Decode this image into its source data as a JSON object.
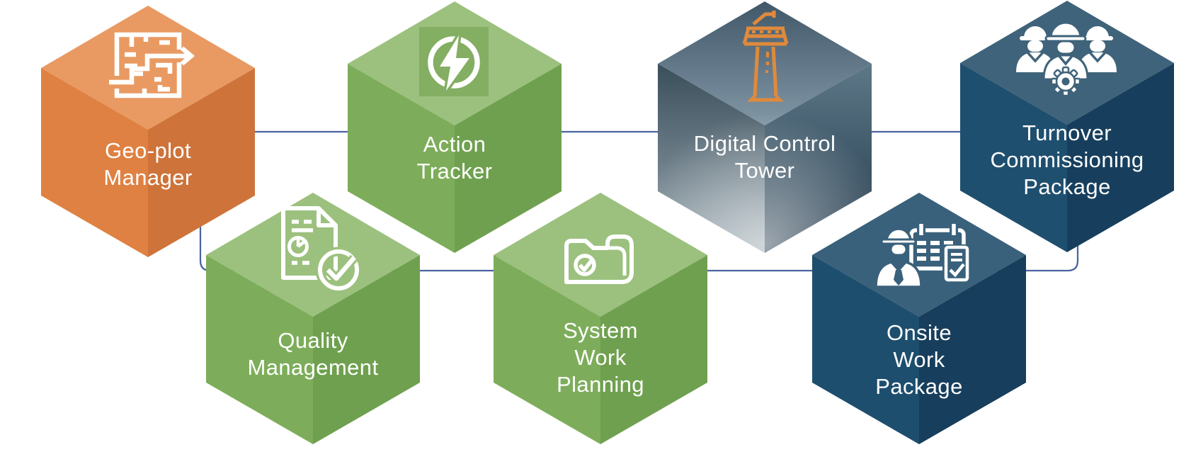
{
  "background_color": "#FFFFFF",
  "text_color": "#FFFFFF",
  "connector": {
    "color": "#4A63A1"
  },
  "cubes": [
    {
      "name": "geo-plot-manager",
      "lines": [
        "Geo-plot",
        "Manager"
      ],
      "icon": "maze-arrow-icon",
      "colors": {
        "top": "#E99A62",
        "left": "#DF8142",
        "right": "#CE733A",
        "icon": "#FFFFFF"
      }
    },
    {
      "name": "action-tracker",
      "lines": [
        "Action",
        "Tracker"
      ],
      "icon": "lightning-bolt-icon",
      "colors": {
        "top": "#9CC17E",
        "left": "#7DAD5A",
        "right": "#6FA04F",
        "icon_tile": "#84AE62",
        "icon": "#FFFFFF"
      }
    },
    {
      "name": "digital-control-tower",
      "lines": [
        "Digital Control",
        "Tower"
      ],
      "icon": "control-tower-icon",
      "colors": {
        "top_dark": "#415869",
        "top_light": "#8297A6",
        "left_dark": "#3A4E5B",
        "left_light": "#9AA8B0",
        "right_light": "#5D7888",
        "right_dark": "#22384A",
        "icon": "#E08A3C"
      }
    },
    {
      "name": "turnover-commissioning-package",
      "lines": [
        "Turnover",
        "Commissioning",
        "Package"
      ],
      "icon": "construction-team-gear-icon",
      "colors": {
        "top": "#3F637A",
        "left": "#1F4F6F",
        "right": "#173F5D",
        "icon": "#FFFFFF"
      }
    },
    {
      "name": "quality-management",
      "lines": [
        "Quality",
        "Management"
      ],
      "icon": "quality-report-check-icon",
      "colors": {
        "top": "#9CC17E",
        "left": "#7DAD5A",
        "right": "#6FA04F",
        "icon": "#FFFFFF"
      }
    },
    {
      "name": "system-work-planning",
      "lines": [
        "System",
        "Work",
        "Planning"
      ],
      "icon": "folder-check-icon",
      "colors": {
        "top": "#9CC17E",
        "left": "#7DAD5A",
        "right": "#6FA04F",
        "icon": "#FFFFFF"
      }
    },
    {
      "name": "onsite-work-package",
      "lines": [
        "Onsite",
        "Work",
        "Package"
      ],
      "icon": "worker-schedule-icon",
      "colors": {
        "top": "#3A617B",
        "left": "#1E4E6E",
        "right": "#173E5C",
        "icon": "#FFFFFF"
      }
    }
  ]
}
